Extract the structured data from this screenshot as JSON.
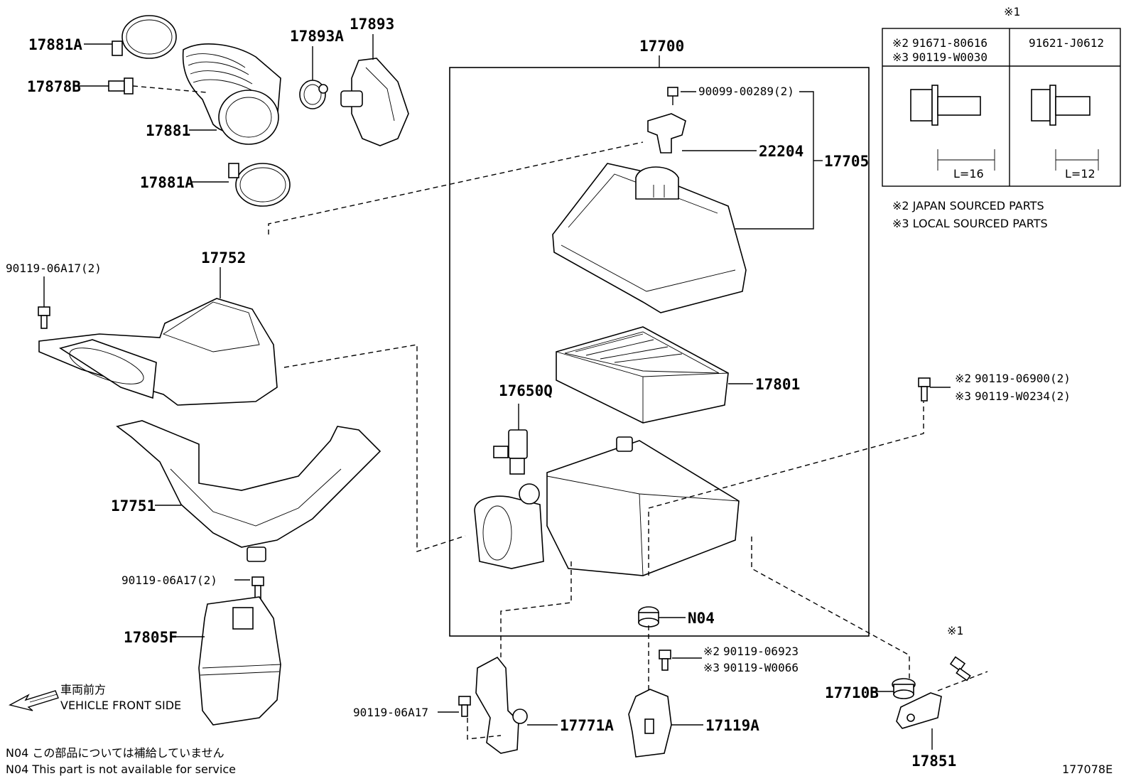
{
  "diagram_code": "177078E",
  "labels": {
    "p17881A_top": "17881A",
    "p17878B": "17878B",
    "p17881": "17881",
    "p17881A_bottom": "17881A",
    "p17893A": "17893A",
    "p17893": "17893",
    "p17700": "17700",
    "p90099": "90099-00289(2)",
    "p22204": "22204",
    "p17705": "17705",
    "p17752": "17752",
    "p90119_06A17_2_top": "90119-06A17(2)",
    "p17801": "17801",
    "p17650Q": "17650Q",
    "p17751": "17751",
    "p90119_06A17_2_mid": "90119-06A17(2)",
    "p17805F": "17805F",
    "pN04": "N04",
    "p90119_06923": "90119-06923",
    "p90119_W0066": "90119-W0066",
    "p17119A": "17119A",
    "p90119_06A17": "90119-06A17",
    "p17771A": "17771A",
    "p17710B": "17710B",
    "p17851": "17851",
    "p90119_06900": "90119-06900(2)",
    "p90119_W0234": "90119-W0234(2)"
  },
  "marks": {
    "m1": "※1",
    "m2": "※2",
    "m3": "※3"
  },
  "ref_table": {
    "col1_line1": "91671-80616",
    "col1_line2": "90119-W0030",
    "col2": "91621-J0612",
    "len1": "L=16",
    "len2": "L=12"
  },
  "legend": {
    "japan": "※2 JAPAN SOURCED PARTS",
    "local": "※3 LOCAL SOURCED PARTS"
  },
  "direction": {
    "jp": "車両前方",
    "en": "VEHICLE FRONT SIDE"
  },
  "footnotes": {
    "jp": "N04  この部品については補給していません",
    "en": "N04  This part is not available for service"
  }
}
